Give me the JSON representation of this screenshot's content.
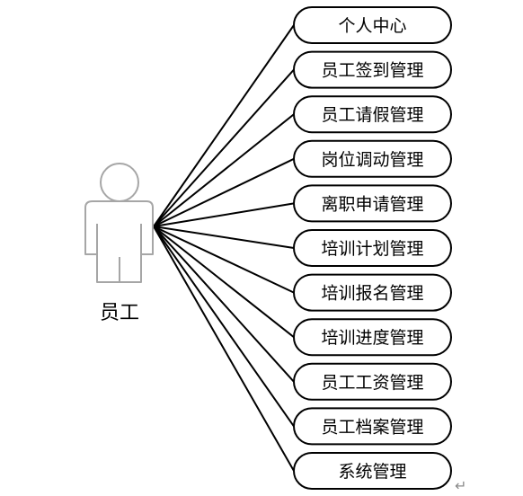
{
  "actor": {
    "label": "员工",
    "icon": "person-icon"
  },
  "use_cases": [
    "个人中心",
    "员工签到管理",
    "员工请假管理",
    "岗位调动管理",
    "离职申请管理",
    "培训计划管理",
    "培训报名管理",
    "培训进度管理",
    "员工工资管理",
    "员工档案管理",
    "系统管理"
  ],
  "paragraph_mark": "↵",
  "colors": {
    "stroke": "#000000",
    "actor_stroke": "#a6a6a6",
    "text": "#000000",
    "background": "#ffffff"
  }
}
